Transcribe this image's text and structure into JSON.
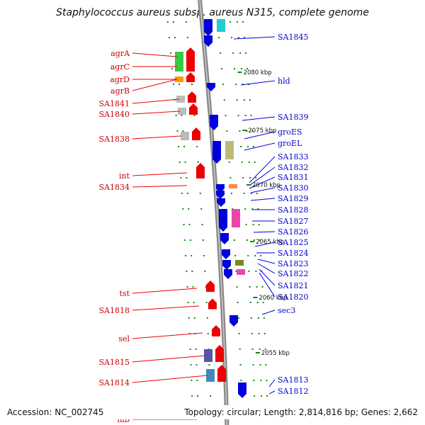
{
  "title": "Staphylococcus aureus subsp. aureus N315, complete genome",
  "accession": "Accession: NC_002745",
  "summary": "Topology: circular; Length: 2,814,816 bp; Genes: 2,662",
  "colors": {
    "forward": "#ee0000",
    "reverse": "#0000dd",
    "label_forward": "#cc0000",
    "label_reverse": "#0000cc",
    "tick": "#118811",
    "backbone": "#888888"
  },
  "kbp_marks": [
    "2080 kbp",
    "2075 kbp",
    "2070 kbp",
    "2065 kbp",
    "2060 kbp",
    "2055 kbp"
  ],
  "left_genes": [
    "agrA",
    "agrC",
    "agrD",
    "agrB",
    "SA1841",
    "SA1840",
    "SA1838",
    "int",
    "SA1834",
    "tst",
    "SA1818",
    "sel",
    "SA1815",
    "SA1814",
    "hlb"
  ],
  "right_genes": [
    "SA1845",
    "hld",
    "SA1839",
    "groES",
    "groEL",
    "SA1833",
    "SA1832",
    "SA1831",
    "SA1830",
    "SA1829",
    "SA1828",
    "SA1827",
    "SA1826",
    "SA1825",
    "SA1824",
    "SA1823",
    "SA1822",
    "SA1821",
    "SA1820",
    "sec3",
    "SA1813",
    "SA1812"
  ]
}
